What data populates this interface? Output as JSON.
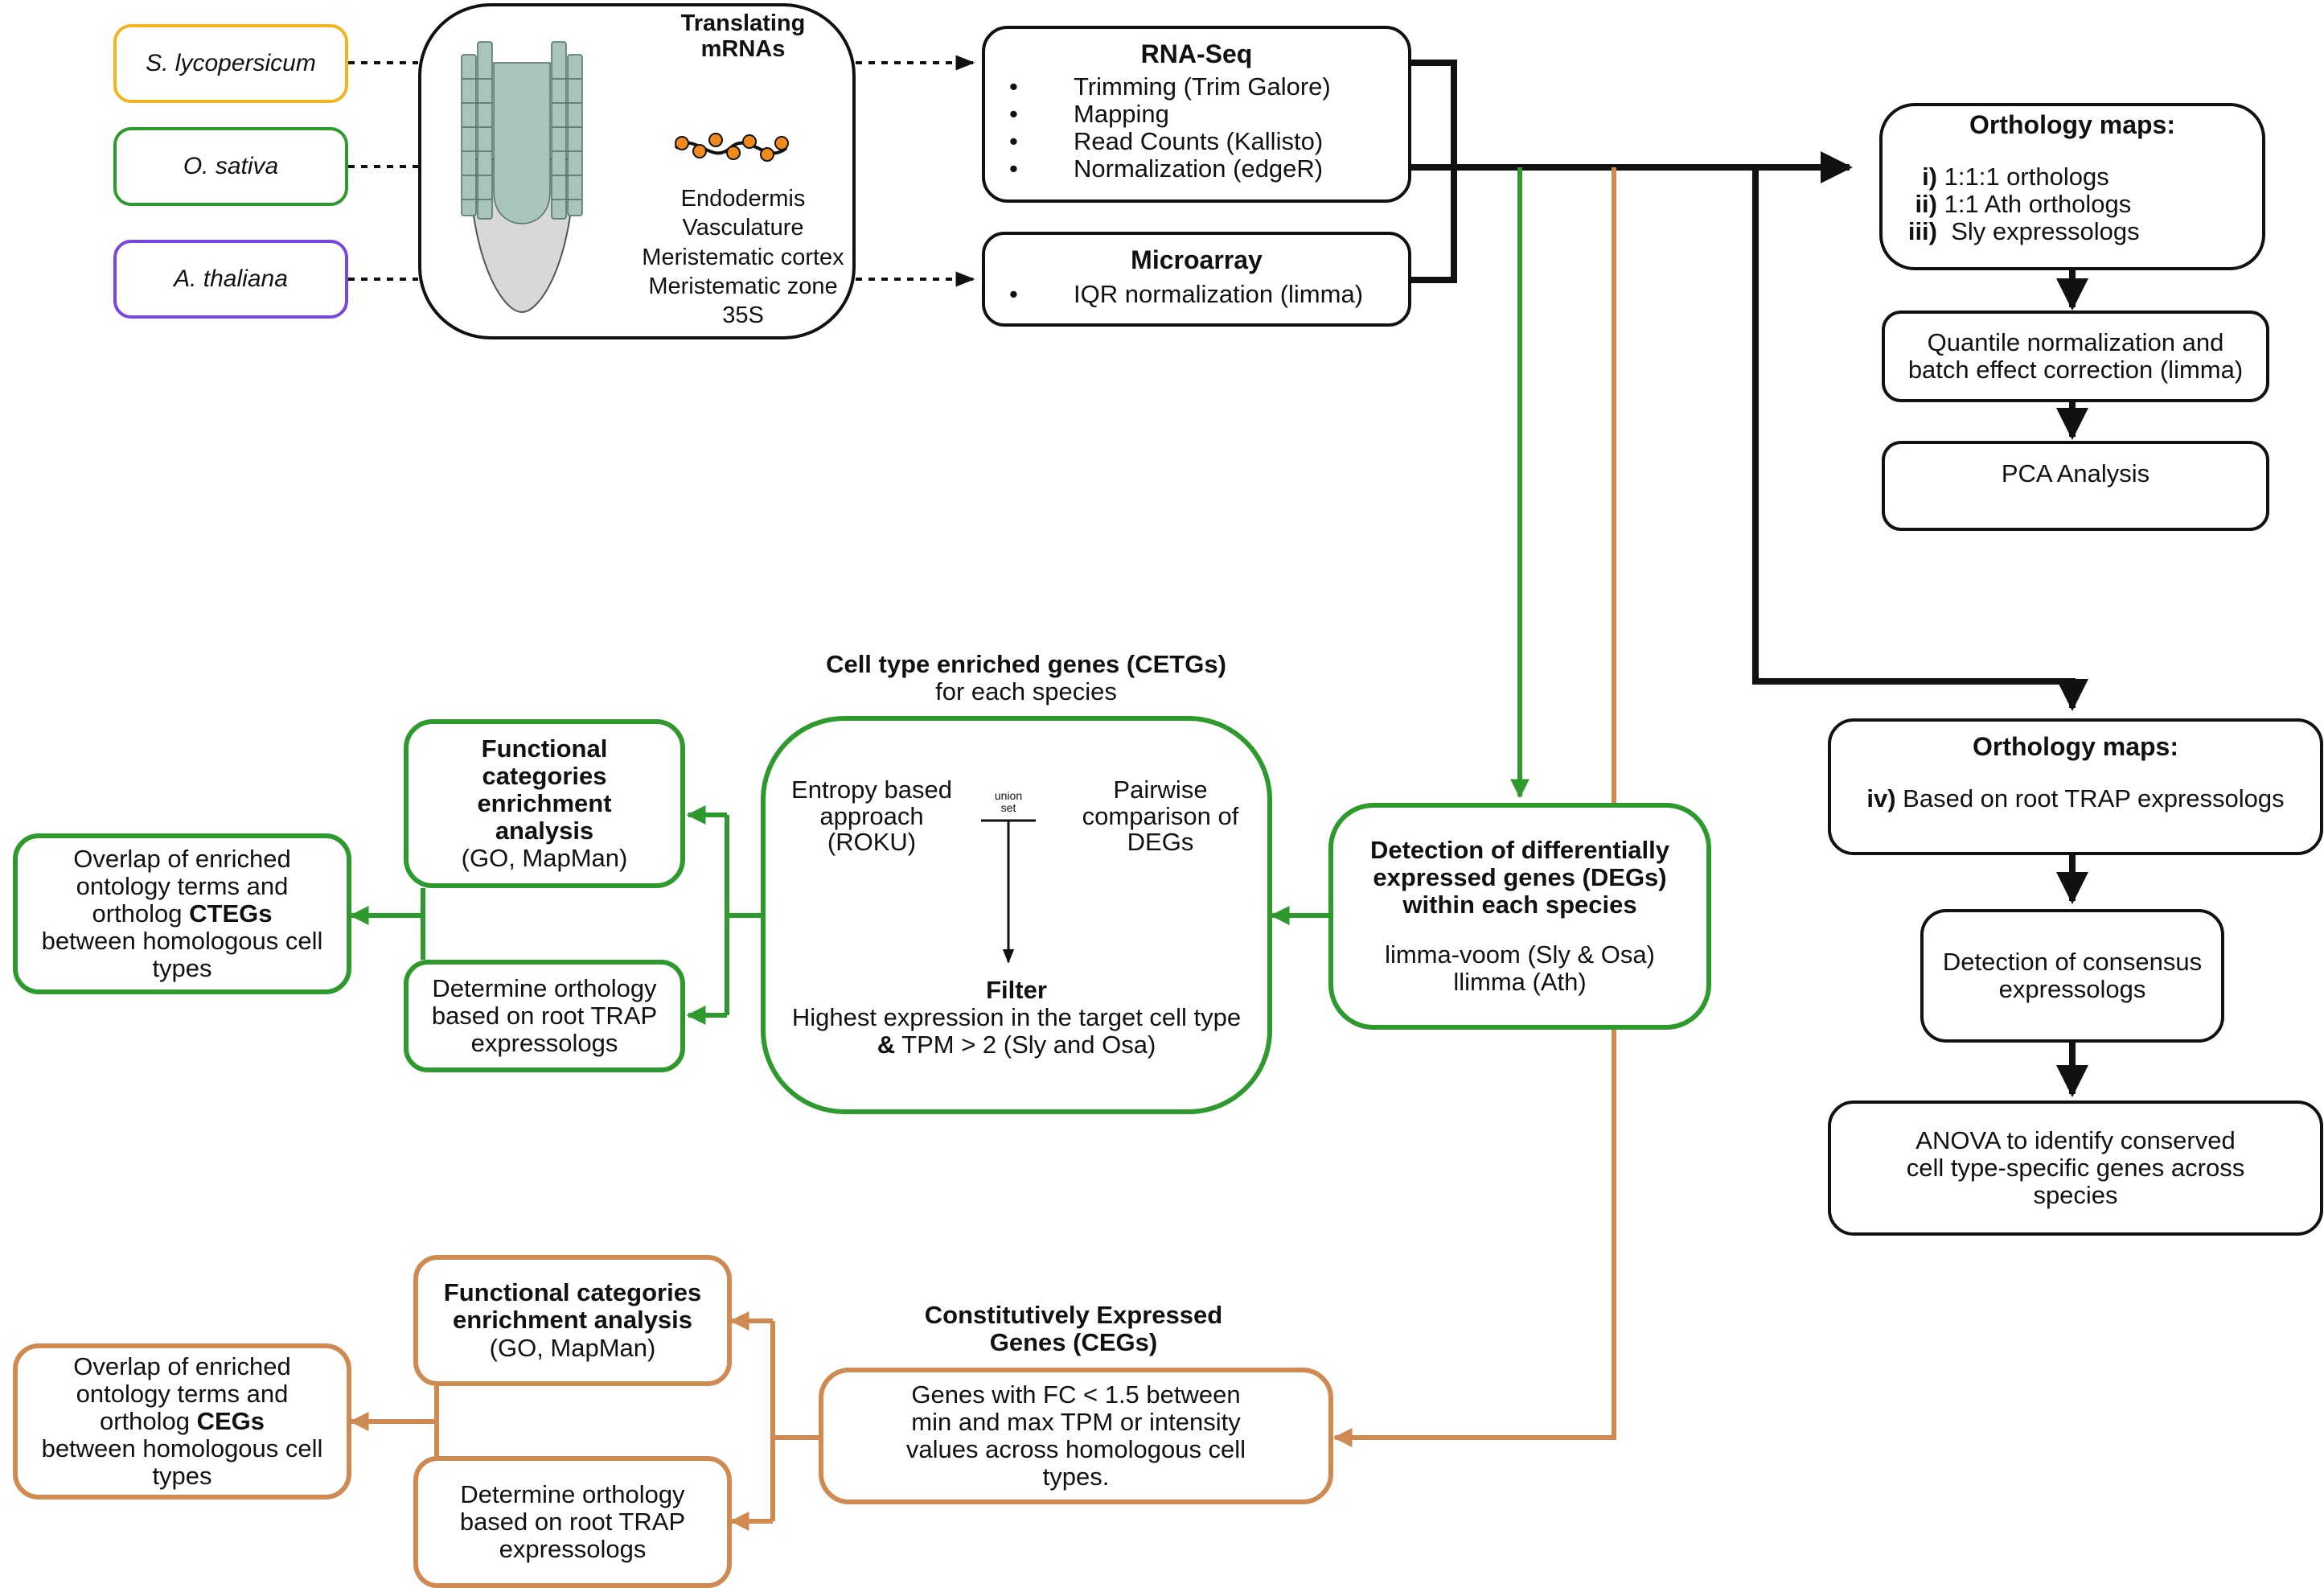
{
  "colors": {
    "black": "#111111",
    "green": "#2e9a2e",
    "orange": "#cf8a52",
    "yellow": "#f2b41e",
    "purple": "#7b45e0",
    "cell_fill": "#a9c4bd",
    "root_fill": "#d8d8d8"
  },
  "species": [
    {
      "name": "S. lycopersicum",
      "color": "#f2b41e"
    },
    {
      "name": "O. sativa",
      "color": "#2e9a2e"
    },
    {
      "name": "A. thaliana",
      "color": "#7b45e0"
    }
  ],
  "trap": {
    "title_line1": "Translating",
    "title_line2": "mRNAs",
    "cell_types": [
      "Endodermis",
      "Vasculature",
      "Meristematic cortex",
      "Meristematic zone",
      "35S"
    ]
  },
  "rnaseq": {
    "title": "RNA-Seq",
    "items": [
      "Trimming (Trim Galore)",
      "Mapping",
      "Read Counts (Kallisto)",
      "Normalization (edgeR)"
    ]
  },
  "microarray": {
    "title": "Microarray",
    "items": [
      "IQR normalization (limma)"
    ]
  },
  "orthology1": {
    "title": "Orthology maps:",
    "items": [
      {
        "num": "i)",
        "text": "1:1:1 orthologs"
      },
      {
        "num": "ii)",
        "text": "1:1 Ath orthologs"
      },
      {
        "num": "iii)",
        "text": "Sly expressologs"
      }
    ]
  },
  "quantile": {
    "line1": "Quantile normalization and",
    "line2": "batch effect correction (limma)"
  },
  "pca": {
    "text": "PCA Analysis"
  },
  "orthology2": {
    "title": "Orthology maps:",
    "num": "iv)",
    "text": "Based on root TRAP expressologs"
  },
  "consensus": {
    "line1": "Detection of consensus",
    "line2": "expressologs"
  },
  "anova": {
    "line1": "ANOVA to identify conserved",
    "line2": "cell type-specific genes across",
    "line3": "species"
  },
  "cetg": {
    "heading_bold": "Cell type enriched genes (CETGs)",
    "heading_sub": "for each species",
    "left_line1": "Entropy based",
    "left_line2": "approach",
    "left_line3": "(ROKU)",
    "union_line1": "union",
    "union_line2": "set",
    "right_line1": "Pairwise",
    "right_line2": "comparison of",
    "right_line3": "DEGs",
    "filter_title": "Filter",
    "filter_line1": "Highest expression in the target cell type",
    "filter_amp": "&",
    "filter_line2": " TPM > 2 (Sly and Osa)"
  },
  "degs": {
    "title_line1": "Detection of differentially",
    "title_line2": "expressed genes (DEGs)",
    "title_line3": "within each species",
    "line1": "limma-voom (Sly & Osa)",
    "line2": "llimma (Ath)"
  },
  "func_green": {
    "line1": "Functional",
    "line2": "categories",
    "line3": "enrichment",
    "line4": "analysis",
    "line5": "(GO, MapMan)"
  },
  "orth_green": {
    "line1": "Determine orthology",
    "line2": "based on root TRAP",
    "line3": "expressologs"
  },
  "overlap_green": {
    "line1": "Overlap of enriched",
    "line2": "ontology terms and",
    "line3_pre": "ortholog ",
    "line3_bold": "CTEGs",
    "line4": "between homologous cell",
    "line5": "types"
  },
  "ceg": {
    "heading_line1": "Constitutively Expressed",
    "heading_line2": "Genes (CEGs)",
    "line1": "Genes with FC < 1.5 between",
    "line2": "min and max TPM or intensity",
    "line3": "values across homologous cell",
    "line4": "types."
  },
  "func_orange": {
    "line1": "Functional categories",
    "line2": "enrichment analysis",
    "line3": "(GO, MapMan)"
  },
  "orth_orange": {
    "line1": "Determine orthology",
    "line2": "based on root TRAP",
    "line3": "expressologs"
  },
  "overlap_orange": {
    "line1": "Overlap of enriched",
    "line2": "ontology terms and",
    "line3_pre": "ortholog ",
    "line3_bold": "CEGs",
    "line4": "between homologous cell",
    "line5": "types"
  }
}
